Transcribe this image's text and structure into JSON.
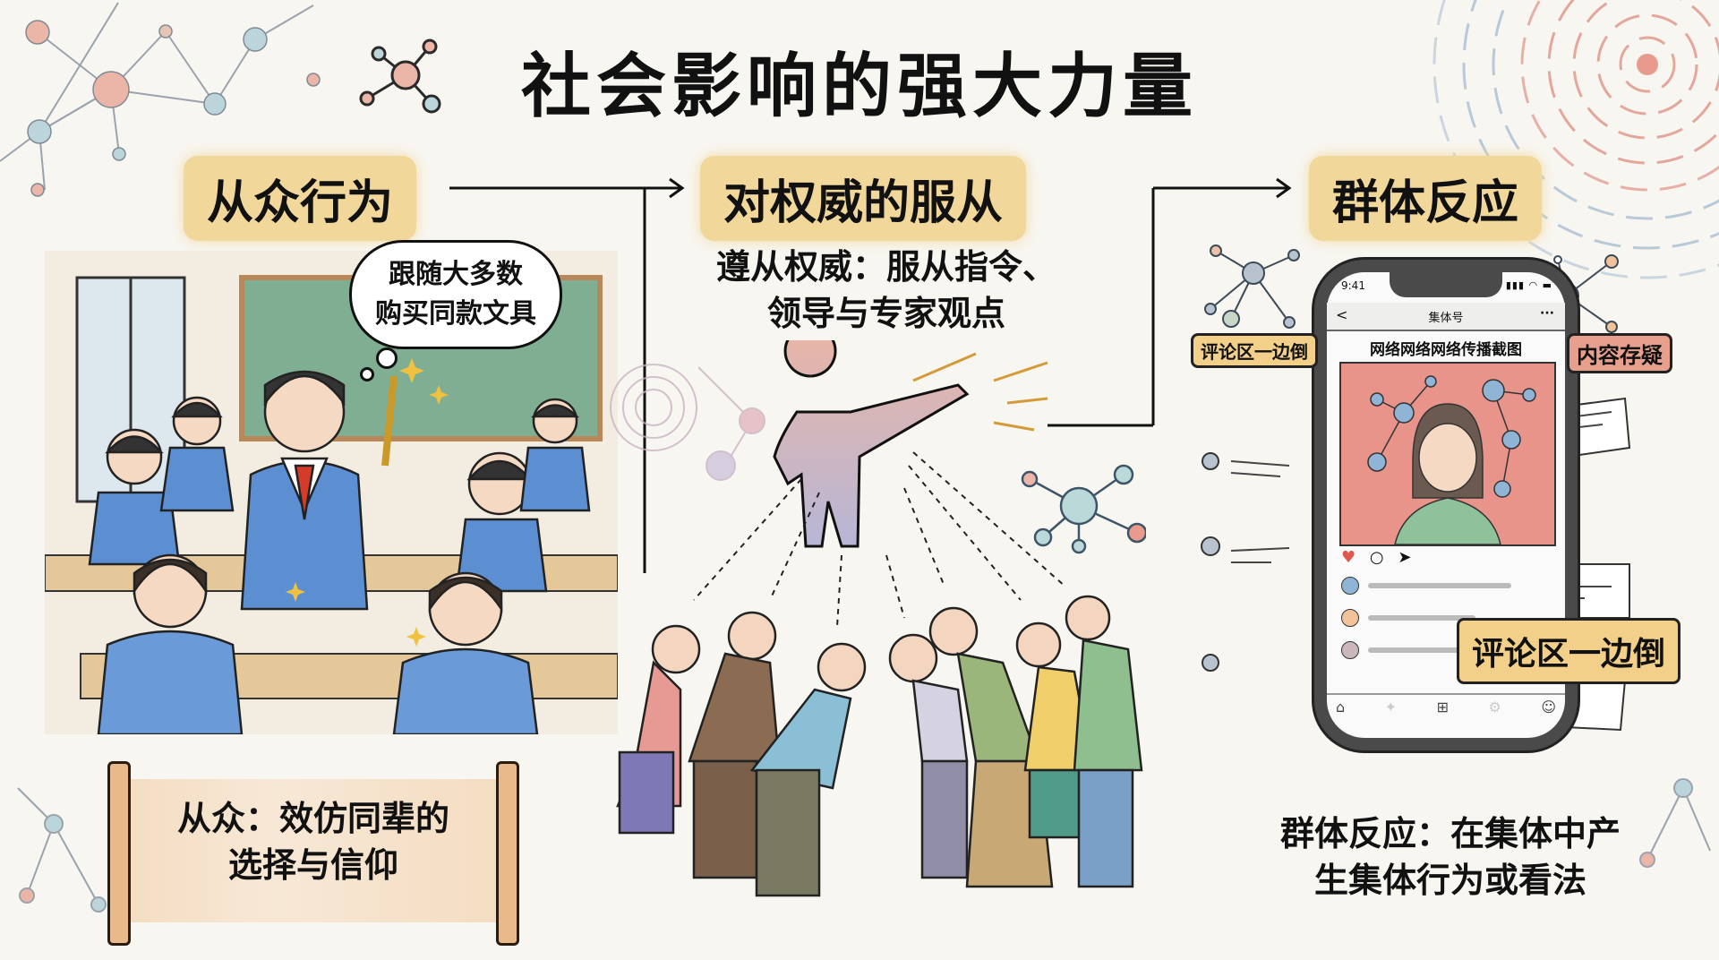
{
  "title": "社会影响的强大力量",
  "sections": [
    {
      "heading": "从众行为",
      "thought_bubble": [
        "跟随大多数",
        "购买同款文具"
      ],
      "scroll_caption": [
        "从众：效仿同辈的",
        "选择与信仰"
      ],
      "illustration": "classroom-students-comparing-stationery"
    },
    {
      "heading": "对权威的服从",
      "subtitle": [
        "遵从权威：服从指令、",
        "领导与专家观点"
      ],
      "illustration": "authority-figure-pointing-people-bowing"
    },
    {
      "heading": "群体反应",
      "phone": {
        "status_time": "9:41",
        "nav_title": "集体号",
        "nav_back": "<",
        "nav_more": "···",
        "post_title": "网络网络网络传播截图",
        "actions": [
          "heart-icon",
          "comment-icon",
          "share-icon"
        ],
        "tabbar": [
          "home-icon",
          "discover-icon",
          "add-icon",
          "settings-icon",
          "profile-icon"
        ]
      },
      "tags": {
        "left": "评论区一边倒",
        "right": "内容存疑",
        "big": "评论区一边倒"
      },
      "caption": [
        "群体反应：在集体中产",
        "生集体行为或看法"
      ]
    }
  ],
  "colors": {
    "background": "#f8f6f1",
    "heading_highlight": "#f1d79a",
    "node_pink": "#ebb5a8",
    "node_blue": "#bcd5db",
    "tag_yellow": "#f2d08a",
    "tag_red": "#e8a08e",
    "post_image_bg": "#e8948a"
  }
}
